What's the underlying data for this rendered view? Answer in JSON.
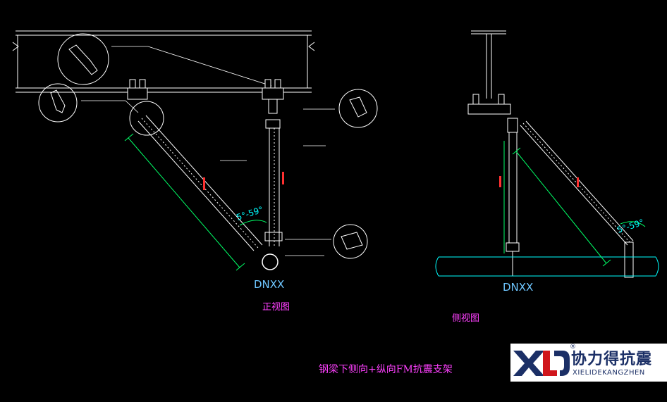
{
  "colors": {
    "background": "#000000",
    "line": "#ffffff",
    "dimension": "#00ff66",
    "angle": "#00ffff",
    "red_text": "#ff3030",
    "magenta": "#ff40ff",
    "pipe": "#00ffff",
    "logo_blue": "#1b2f66",
    "logo_red": "#d0161c"
  },
  "labels": {
    "front_pipe": "DNXX",
    "side_pipe": "DNXX",
    "front_view": "正视图",
    "side_view": "侧视图",
    "caption": "钢梁下侧向+纵向FM抗震支架",
    "angle_front": "5°-59°",
    "angle_side": "5°-59°"
  },
  "logo": {
    "mark": "XLD",
    "registered": "®",
    "name_cn": "协力得抗震",
    "name_en": "XIELIDEKANGZHEN"
  }
}
